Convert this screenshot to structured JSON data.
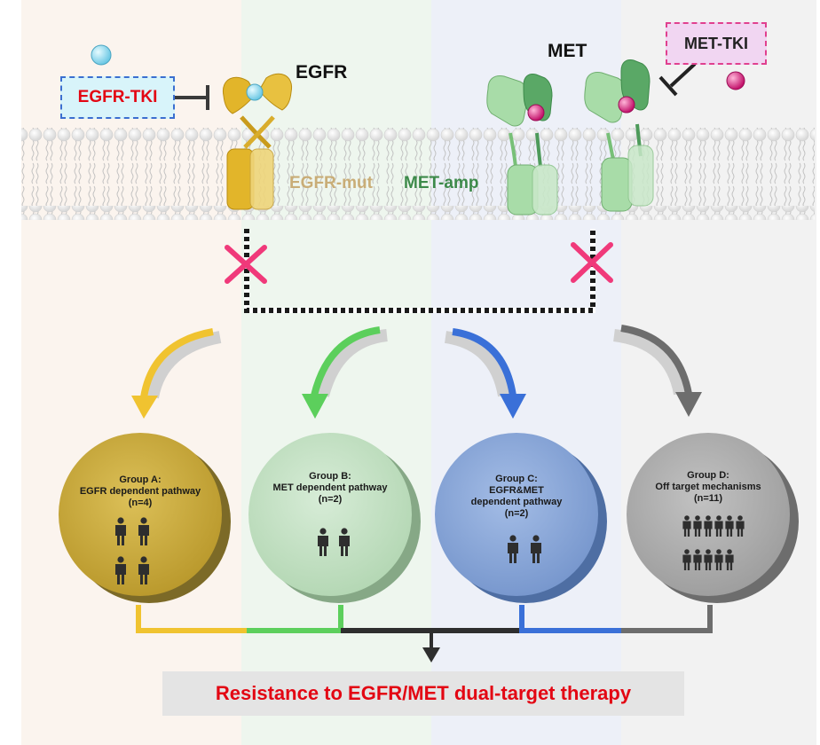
{
  "inhibitors": {
    "egfr_tki": "EGFR-TKI",
    "met_tki": "MET-TKI"
  },
  "receptors": {
    "egfr": "EGFR",
    "met": "MET",
    "egfr_mut": "EGFR-mut",
    "met_amp": "MET-amp"
  },
  "groups": [
    {
      "title": "Group A:",
      "subtitle": "EGFR dependent pathway",
      "count": "(n=4)",
      "color": "#c9a935"
    },
    {
      "title": "Group B:",
      "subtitle": "MET dependent pathway",
      "count": "(n=2)",
      "color": "#c4e0c4"
    },
    {
      "title": "Group C:",
      "subtitle": "EGFR&MET dependent pathway",
      "count": "(n=2)",
      "color": "#7f9fd4"
    },
    {
      "title": "Group D:",
      "subtitle": "Off target mechanisms",
      "count": "(n=11)",
      "color": "#aaaaaa"
    }
  ],
  "footer": "Resistance to EGFR/MET dual-target therapy",
  "colors": {
    "egfr_tki_text": "#e30613",
    "egfr_tki_bg": "#d8f4fa",
    "egfr_tki_border": "#3b6fd0",
    "met_tki_bg": "#f1d6f2",
    "met_tki_border": "#e0408f",
    "ligand_blue": "#a6e3f4",
    "ligand_pink": "#e0338c",
    "egfr_gold": "#e2b52a",
    "met_green": "#8fcf8f",
    "met_green_dark": "#4d9a5a",
    "egfr_mut_text": "#c9ad77",
    "met_amp_text": "#3d8a4a",
    "block_x": "#f0397a",
    "arrow_yellow": "#f0c330",
    "arrow_green": "#5ccf5c",
    "arrow_blue": "#3a70d8",
    "arrow_gray": "#6d6d6d",
    "footer_text": "#e30613"
  },
  "icons": {
    "person": "person-icon",
    "block": "cross-icon",
    "inhibit": "inhibition-bar-icon"
  }
}
